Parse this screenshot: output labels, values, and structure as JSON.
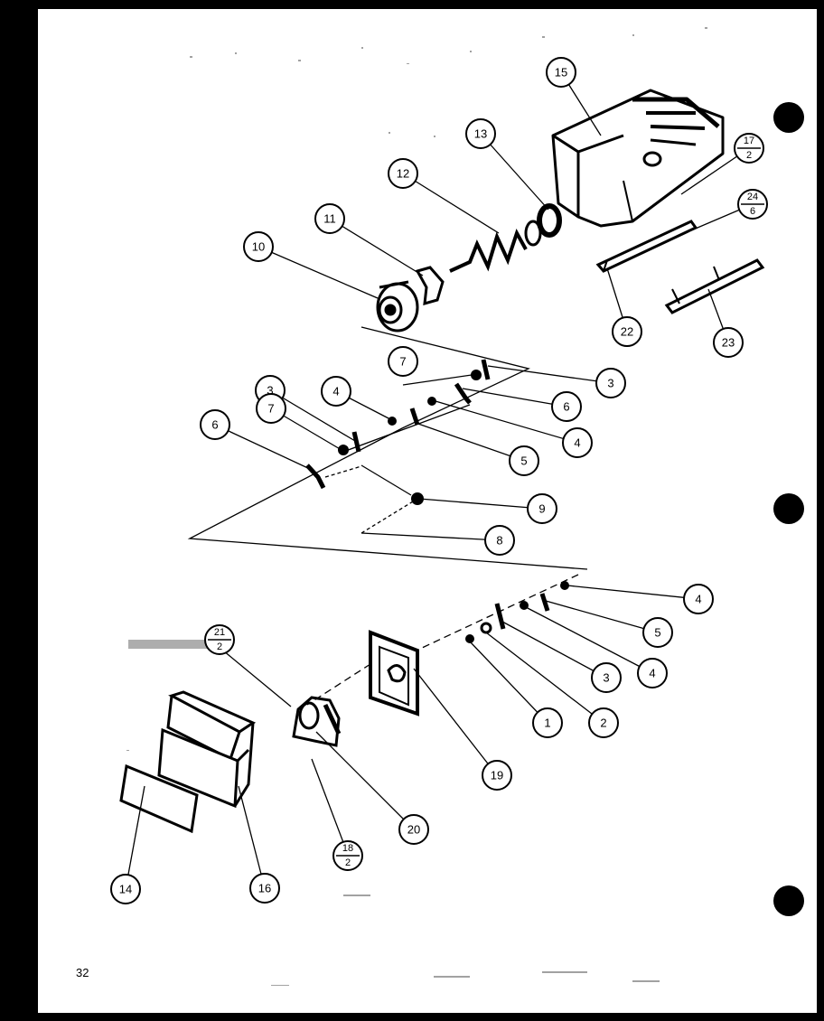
{
  "page": {
    "number": "32"
  },
  "callouts": [
    {
      "label": "1"
    },
    {
      "label": "2"
    },
    {
      "label": "3"
    },
    {
      "label": "3"
    },
    {
      "label": "3"
    },
    {
      "label": "4"
    },
    {
      "label": "4"
    },
    {
      "label": "4"
    },
    {
      "label": "4"
    },
    {
      "label": "5"
    },
    {
      "label": "5"
    },
    {
      "label": "6"
    },
    {
      "label": "6"
    },
    {
      "label": "7"
    },
    {
      "label": "7"
    },
    {
      "label": "8"
    },
    {
      "label": "9"
    },
    {
      "label": "10"
    },
    {
      "label": "11"
    },
    {
      "label": "12"
    },
    {
      "label": "13"
    },
    {
      "label": "14"
    },
    {
      "label": "15"
    },
    {
      "label": "16"
    },
    {
      "label": "19"
    },
    {
      "label": "20"
    },
    {
      "label": "22"
    },
    {
      "label": "23"
    }
  ],
  "fraction_callouts": [
    {
      "num": "17",
      "den": "2"
    },
    {
      "num": "24",
      "den": "6"
    },
    {
      "num": "21",
      "den": "2"
    },
    {
      "num": "18",
      "den": "2"
    }
  ]
}
